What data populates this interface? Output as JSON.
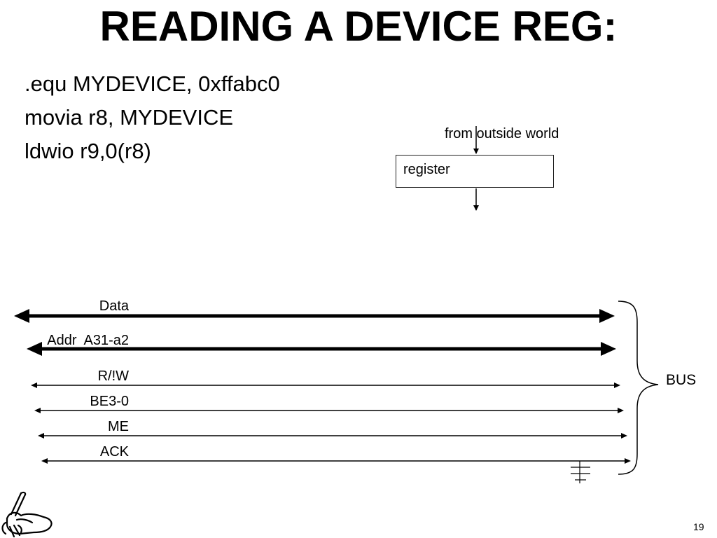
{
  "slide": {
    "title": "READING A DEVICE REG:",
    "code_lines": [
      ".equ MYDEVICE, 0xffabc0",
      "movia r8, MYDEVICE",
      "ldwio r9,0(r8)"
    ],
    "page_number": "19"
  },
  "register_diagram": {
    "input_label": "from outside world",
    "box_label": "register"
  },
  "bus": {
    "label": "BUS",
    "signals": [
      {
        "name": "Data",
        "bold": true
      },
      {
        "name": "Addr  A31-a2",
        "bold": true
      },
      {
        "name": "R/!W",
        "bold": false
      },
      {
        "name": "BE3-0",
        "bold": false
      },
      {
        "name": "ME",
        "bold": false
      },
      {
        "name": "ACK",
        "bold": false
      }
    ]
  },
  "colors": {
    "line": "#000000",
    "background": "#ffffff"
  }
}
